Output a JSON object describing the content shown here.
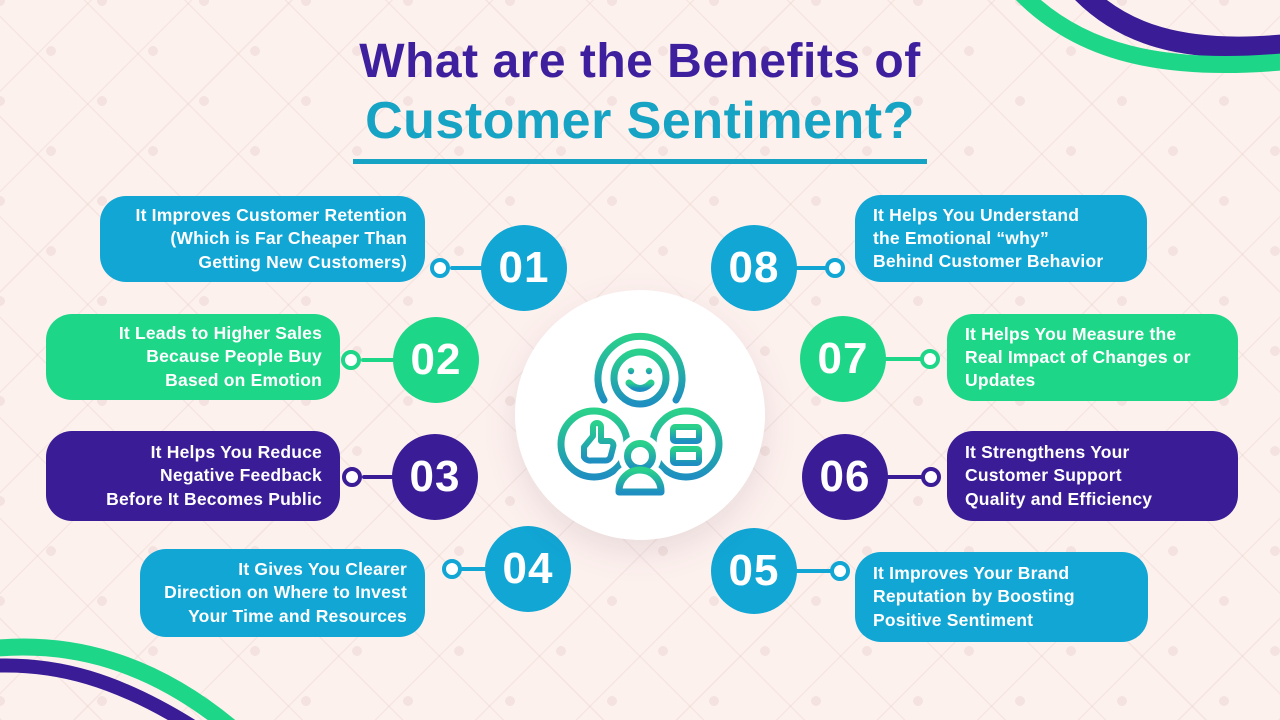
{
  "title": {
    "line1": "What are the Benefits of",
    "line2": "Customer Sentiment?"
  },
  "items": [
    {
      "number": "01",
      "color": "cyan",
      "text": "It Improves Customer Retention\n(Which is Far Cheaper Than\nGetting New Customers)"
    },
    {
      "number": "02",
      "color": "green",
      "text": "It Leads to Higher Sales\nBecause People Buy\nBased on Emotion"
    },
    {
      "number": "03",
      "color": "purple",
      "text": "It Helps You Reduce\nNegative Feedback\nBefore It Becomes Public"
    },
    {
      "number": "04",
      "color": "cyan",
      "text": "It Gives You Clearer\nDirection on Where to Invest\nYour Time and Resources"
    },
    {
      "number": "05",
      "color": "cyan",
      "text": "It Improves Your Brand\nReputation by Boosting\nPositive Sentiment"
    },
    {
      "number": "06",
      "color": "purple",
      "text": "It Strengthens Your\nCustomer Support\nQuality and Efficiency"
    },
    {
      "number": "07",
      "color": "green",
      "text": "It Helps You Measure the\nReal Impact of Changes or\nUpdates"
    },
    {
      "number": "08",
      "color": "cyan",
      "text": "It Helps You Understand\nthe Emotional “why”\nBehind Customer Behavior"
    }
  ],
  "center_icon": {
    "label": "customer-sentiment-icon"
  },
  "colors": {
    "background": "#fdf1ee",
    "cyan": "#12a6d4",
    "green": "#1ed688",
    "purple": "#3a1d96",
    "title_primary": "#3e1f9e",
    "title_accent": "#17a3c4",
    "icon_gradient_top": "#2ad18b",
    "icon_gradient_bottom": "#1e8fc0"
  }
}
